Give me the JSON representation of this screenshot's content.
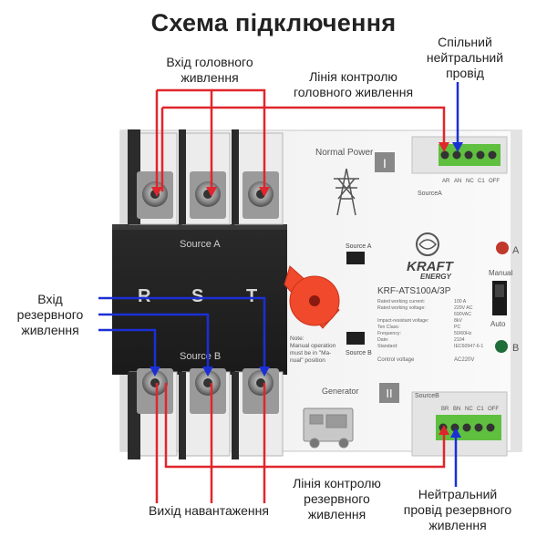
{
  "title": "Схема підключення",
  "labels": {
    "main_input": [
      "Вхід головного",
      "живлення"
    ],
    "main_control": [
      "Лінія контролю",
      "головного живлення"
    ],
    "common_neutral": [
      "Спільний",
      "нейтральний",
      "провід"
    ],
    "backup_input": [
      "Вхід",
      "резервного",
      "живлення"
    ],
    "load_output": "Вихід навантаження",
    "backup_control": [
      "Лінія контролю",
      "резервного",
      "живлення"
    ],
    "backup_neutral": [
      "Нейтральний",
      "провід резервного",
      "живлення"
    ]
  },
  "device": {
    "normal_power": "Normal Power",
    "source_a_top": "Source A",
    "source_a_switch": "Source A",
    "source_b_switch": "Source B",
    "source_b_mid": "Source B",
    "source_a_small": "SourceA",
    "source_b_small": "SourceB",
    "generator": "Generator",
    "phase_r": "R",
    "phase_s": "S",
    "phase_t": "T",
    "brand_1": "KRAFT",
    "brand_2": "ENERGY",
    "model": "KRF-ATS100A/3P",
    "manual": "Manual",
    "auto": "Auto",
    "ind_a": "A",
    "ind_b": "B",
    "mark_i": "I",
    "mark_ii": "II",
    "terms_top": [
      "AR",
      "AN",
      "NC",
      "C1",
      "OFF"
    ],
    "terms_bottom": [
      "BR",
      "BN",
      "NC",
      "C1",
      "OFF"
    ],
    "note": [
      "Note:",
      "Manual operation",
      "must be in \"Ma-",
      "nual\" position"
    ],
    "specs": [
      [
        "Rated working current:",
        "100 A"
      ],
      [
        "Rated working voltage:",
        "220V AC"
      ],
      [
        "",
        "690VAC"
      ],
      [
        "Impact-resistant voltage:",
        "8kV"
      ],
      [
        "Ten Class:",
        "PC"
      ],
      [
        "Frequency:",
        "50/60Hz"
      ],
      [
        "Date:",
        "2104"
      ],
      [
        "Standard:",
        "IEC60947-6-1"
      ]
    ],
    "control_voltage": [
      "Control voltage",
      "AC220V"
    ]
  },
  "colors": {
    "red_wire": "#e0262c",
    "blue_wire": "#1b2fd6",
    "knob": "#f0492b",
    "terminal": "#5fbf3f",
    "lamp_red": "#c0392b",
    "lamp_green": "#1f6e3a"
  }
}
